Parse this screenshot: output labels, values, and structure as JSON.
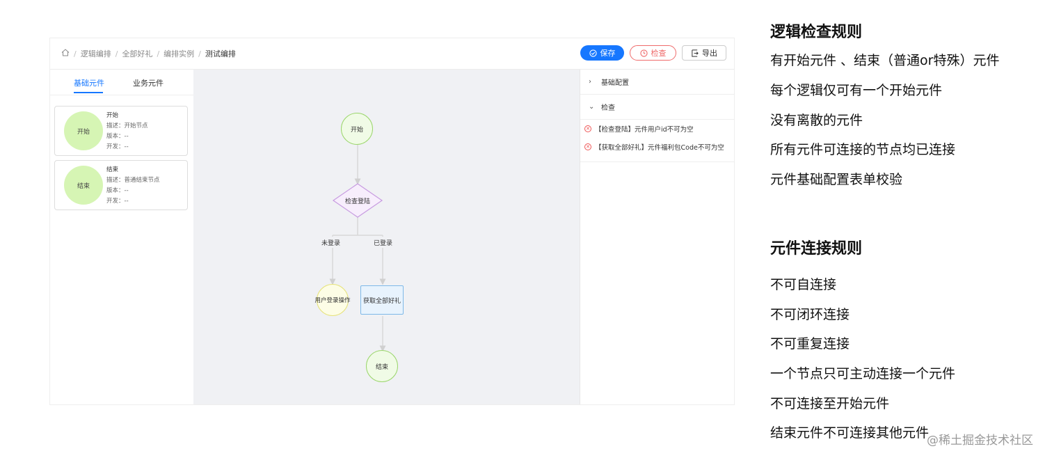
{
  "breadcrumb": [
    "逻辑编排",
    "全部好礼",
    "编排实例",
    "测试编排"
  ],
  "toolbar": {
    "save": "保存",
    "check": "检查",
    "export": "导出"
  },
  "tabs": [
    "基础元件",
    "业务元件"
  ],
  "components": [
    {
      "circle": "开始",
      "name": "开始",
      "desc": "描述：开始节点",
      "version": "版本：--",
      "dev": "开发：--"
    },
    {
      "circle": "结束",
      "name": "结束",
      "desc": "描述：普通结束节点",
      "version": "版本：--",
      "dev": "开发：--"
    }
  ],
  "flow": {
    "start": "开始",
    "check": "检查登陆",
    "branch_no": "未登录",
    "branch_yes": "已登录",
    "login": "用户登录操作",
    "gift": "获取全部好礼",
    "end": "结束"
  },
  "panel": {
    "basic_config": "基础配置",
    "check": "检查",
    "errors": [
      "【检查登陆】元件用户id不可为空",
      "【获取全部好礼】元件福利包Code不可为空"
    ]
  },
  "rules": {
    "logic_title": "逻辑检查规则",
    "logic_items": [
      "有开始元件 、结束（普通or特殊）元件",
      "每个逻辑仅可有一个开始元件",
      "没有离散的元件",
      "所有元件可连接的节点均已连接",
      "元件基础配置表单校验"
    ],
    "connect_title": "元件连接规则",
    "connect_items": [
      "不可自连接",
      "不可闭环连接",
      "不可重复连接",
      "一个节点只可主动连接一个元件",
      "不可连接至开始元件",
      "结束元件不可连接其他元件"
    ]
  },
  "watermark": "@稀土掘金技术社区"
}
